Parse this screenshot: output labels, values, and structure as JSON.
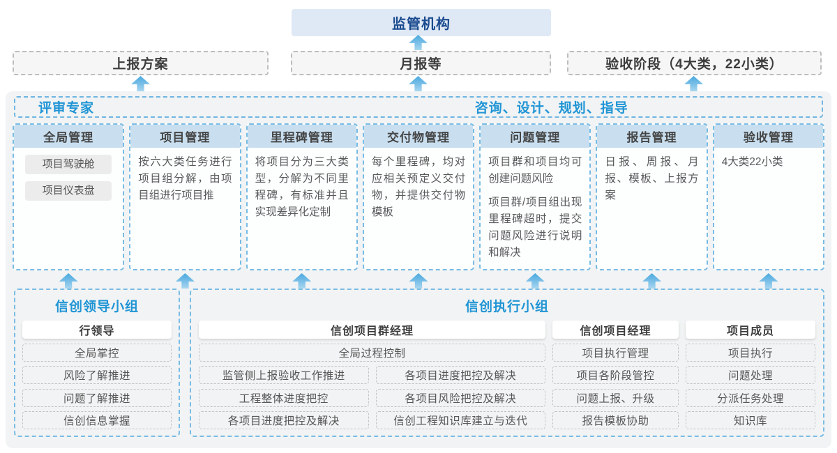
{
  "palette": {
    "accent_blue": "#2095d5",
    "navy_blue": "#1b4b8f",
    "arrow_blue": "#4aa9df",
    "column_header_fill": "#c9dff0",
    "regulator_fill": "#dfe9f5",
    "container_fill": "#f1f3f4",
    "dashed_blue_border": "#6fb5e2",
    "dashed_gray_border": "#bdbdbd"
  },
  "top": {
    "regulator_label": "监管机构",
    "outputs": [
      {
        "label": "上报方案"
      },
      {
        "label": "月报等"
      },
      {
        "label": "验收阶段（4大类，22小类）"
      }
    ]
  },
  "experts": {
    "left_label": "评审专家",
    "right_label": "咨询、设计、规划、指导"
  },
  "modules": {
    "columns": [
      {
        "title": "全局管理",
        "pills": [
          "项目驾驶舱",
          "项目仪表盘"
        ]
      },
      {
        "title": "项目管理",
        "text": "按六大类任务进行项目组分解，由项目组进行项目推"
      },
      {
        "title": "里程碑管理",
        "text": "将项目分为三大类型，分解为不同里程碑，有标准并且实现差异化定制"
      },
      {
        "title": "交付物管理",
        "text": "每个里程碑，均对应相关预定义交付物，并提供交付物模板"
      },
      {
        "title": "问题管理",
        "text": "项目群和项目均可创建问题风险",
        "text2": "项目群/项目组出现里程碑超时，提交问题风险进行说明和解决"
      },
      {
        "title": "报告管理",
        "text": "日报、周报、月报、模板、上报方案"
      },
      {
        "title": "验收管理",
        "text": "4大类22小类"
      }
    ]
  },
  "groups": {
    "leader": {
      "title": "信创领导小组",
      "role": "行领导",
      "items": [
        "全局掌控",
        "风险了解推进",
        "问题了解推进",
        "信创信息掌握"
      ]
    },
    "executive": {
      "title": "信创执行小组",
      "program_manager": {
        "role": "信创项目群经理",
        "full_width_item": "全局过程控制",
        "grid_items": [
          "监管侧上报验收工作推进",
          "各项目进度把控及解决",
          "工程整体进度把控",
          "各项目风险把控及解决",
          "各项目进度把控及解决",
          "信创工程知识库建立与迭代"
        ]
      },
      "project_manager": {
        "role": "信创项目经理",
        "items": [
          "项目执行管理",
          "项目各阶段管控",
          "问题上报、升级",
          "报告模板协助"
        ]
      },
      "member": {
        "role": "项目成员",
        "items": [
          "项目执行",
          "问题处理",
          "分派任务处理",
          "知识库"
        ]
      }
    }
  }
}
